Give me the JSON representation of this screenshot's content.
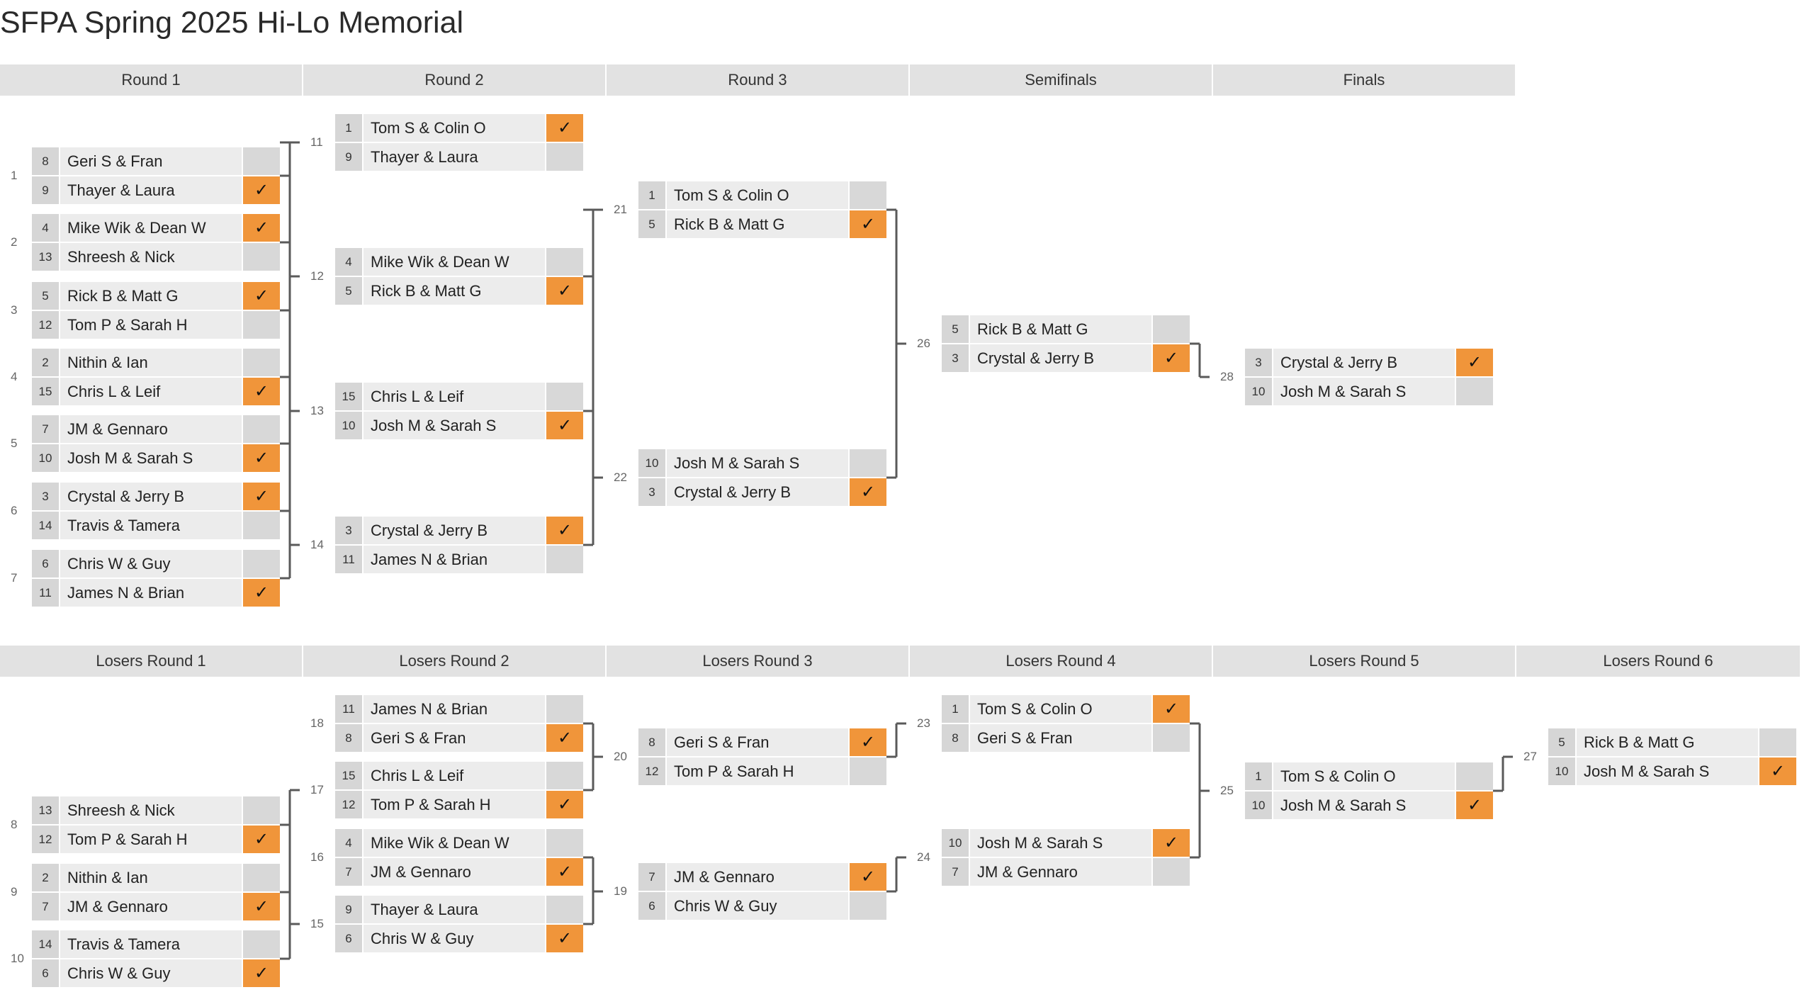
{
  "title": "SFPA Spring 2025 Hi-Lo Memorial",
  "headers_winners": [
    "Round 1",
    "Round 2",
    "Round 3",
    "Semifinals",
    "Finals"
  ],
  "headers_losers": [
    "Losers Round 1",
    "Losers Round 2",
    "Losers Round 3",
    "Losers Round 4",
    "Losers Round 5",
    "Losers Round 6"
  ],
  "check_symbol": "✓",
  "accent_color": "#f0953a",
  "matches": [
    {
      "num": "1",
      "teams": [
        {
          "seed": "8",
          "name": "Geri S & Fran",
          "won": false
        },
        {
          "seed": "9",
          "name": "Thayer & Laura",
          "won": true
        }
      ]
    },
    {
      "num": "2",
      "teams": [
        {
          "seed": "4",
          "name": "Mike Wik & Dean W",
          "won": true
        },
        {
          "seed": "13",
          "name": "Shreesh & Nick",
          "won": false
        }
      ]
    },
    {
      "num": "3",
      "teams": [
        {
          "seed": "5",
          "name": "Rick B & Matt G",
          "won": true
        },
        {
          "seed": "12",
          "name": "Tom P & Sarah H",
          "won": false
        }
      ]
    },
    {
      "num": "4",
      "teams": [
        {
          "seed": "2",
          "name": "Nithin & Ian",
          "won": false
        },
        {
          "seed": "15",
          "name": "Chris L & Leif",
          "won": true
        }
      ]
    },
    {
      "num": "5",
      "teams": [
        {
          "seed": "7",
          "name": "JM & Gennaro",
          "won": false
        },
        {
          "seed": "10",
          "name": "Josh M & Sarah S",
          "won": true
        }
      ]
    },
    {
      "num": "6",
      "teams": [
        {
          "seed": "3",
          "name": "Crystal & Jerry B",
          "won": true
        },
        {
          "seed": "14",
          "name": "Travis & Tamera",
          "won": false
        }
      ]
    },
    {
      "num": "7",
      "teams": [
        {
          "seed": "6",
          "name": "Chris W & Guy",
          "won": false
        },
        {
          "seed": "11",
          "name": "James N & Brian",
          "won": true
        }
      ]
    },
    {
      "num": "11",
      "teams": [
        {
          "seed": "1",
          "name": "Tom S & Colin O",
          "won": true
        },
        {
          "seed": "9",
          "name": "Thayer & Laura",
          "won": false
        }
      ]
    },
    {
      "num": "12",
      "teams": [
        {
          "seed": "4",
          "name": "Mike Wik & Dean W",
          "won": false
        },
        {
          "seed": "5",
          "name": "Rick B & Matt G",
          "won": true
        }
      ]
    },
    {
      "num": "13",
      "teams": [
        {
          "seed": "15",
          "name": "Chris L & Leif",
          "won": false
        },
        {
          "seed": "10",
          "name": "Josh M & Sarah S",
          "won": true
        }
      ]
    },
    {
      "num": "14",
      "teams": [
        {
          "seed": "3",
          "name": "Crystal & Jerry B",
          "won": true
        },
        {
          "seed": "11",
          "name": "James N & Brian",
          "won": false
        }
      ]
    },
    {
      "num": "21",
      "teams": [
        {
          "seed": "1",
          "name": "Tom S & Colin O",
          "won": false
        },
        {
          "seed": "5",
          "name": "Rick B & Matt G",
          "won": true
        }
      ]
    },
    {
      "num": "22",
      "teams": [
        {
          "seed": "10",
          "name": "Josh M & Sarah S",
          "won": false
        },
        {
          "seed": "3",
          "name": "Crystal & Jerry B",
          "won": true
        }
      ]
    },
    {
      "num": "26",
      "teams": [
        {
          "seed": "5",
          "name": "Rick B & Matt G",
          "won": false
        },
        {
          "seed": "3",
          "name": "Crystal & Jerry B",
          "won": true
        }
      ]
    },
    {
      "num": "28",
      "teams": [
        {
          "seed": "3",
          "name": "Crystal & Jerry B",
          "won": true
        },
        {
          "seed": "10",
          "name": "Josh M & Sarah S",
          "won": false
        }
      ]
    },
    {
      "num": "8",
      "teams": [
        {
          "seed": "13",
          "name": "Shreesh & Nick",
          "won": false
        },
        {
          "seed": "12",
          "name": "Tom P & Sarah H",
          "won": true
        }
      ]
    },
    {
      "num": "9",
      "teams": [
        {
          "seed": "2",
          "name": "Nithin & Ian",
          "won": false
        },
        {
          "seed": "7",
          "name": "JM & Gennaro",
          "won": true
        }
      ]
    },
    {
      "num": "10",
      "teams": [
        {
          "seed": "14",
          "name": "Travis & Tamera",
          "won": false
        },
        {
          "seed": "6",
          "name": "Chris W & Guy",
          "won": true
        }
      ]
    },
    {
      "num": "18",
      "teams": [
        {
          "seed": "11",
          "name": "James N & Brian",
          "won": false
        },
        {
          "seed": "8",
          "name": "Geri S & Fran",
          "won": true
        }
      ]
    },
    {
      "num": "17",
      "teams": [
        {
          "seed": "15",
          "name": "Chris L & Leif",
          "won": false
        },
        {
          "seed": "12",
          "name": "Tom P & Sarah H",
          "won": true
        }
      ]
    },
    {
      "num": "16",
      "teams": [
        {
          "seed": "4",
          "name": "Mike Wik & Dean W",
          "won": false
        },
        {
          "seed": "7",
          "name": "JM & Gennaro",
          "won": true
        }
      ]
    },
    {
      "num": "15",
      "teams": [
        {
          "seed": "9",
          "name": "Thayer & Laura",
          "won": false
        },
        {
          "seed": "6",
          "name": "Chris W & Guy",
          "won": true
        }
      ]
    },
    {
      "num": "20",
      "teams": [
        {
          "seed": "8",
          "name": "Geri S & Fran",
          "won": true
        },
        {
          "seed": "12",
          "name": "Tom P & Sarah H",
          "won": false
        }
      ]
    },
    {
      "num": "19",
      "teams": [
        {
          "seed": "7",
          "name": "JM & Gennaro",
          "won": true
        },
        {
          "seed": "6",
          "name": "Chris W & Guy",
          "won": false
        }
      ]
    },
    {
      "num": "23",
      "teams": [
        {
          "seed": "1",
          "name": "Tom S & Colin O",
          "won": true
        },
        {
          "seed": "8",
          "name": "Geri S & Fran",
          "won": false
        }
      ]
    },
    {
      "num": "24",
      "teams": [
        {
          "seed": "10",
          "name": "Josh M & Sarah S",
          "won": true
        },
        {
          "seed": "7",
          "name": "JM & Gennaro",
          "won": false
        }
      ]
    },
    {
      "num": "25",
      "teams": [
        {
          "seed": "1",
          "name": "Tom S & Colin O",
          "won": false
        },
        {
          "seed": "10",
          "name": "Josh M & Sarah S",
          "won": true
        }
      ]
    },
    {
      "num": "27",
      "teams": [
        {
          "seed": "5",
          "name": "Rick B & Matt G",
          "won": false
        },
        {
          "seed": "10",
          "name": "Josh M & Sarah S",
          "won": true
        }
      ]
    }
  ]
}
